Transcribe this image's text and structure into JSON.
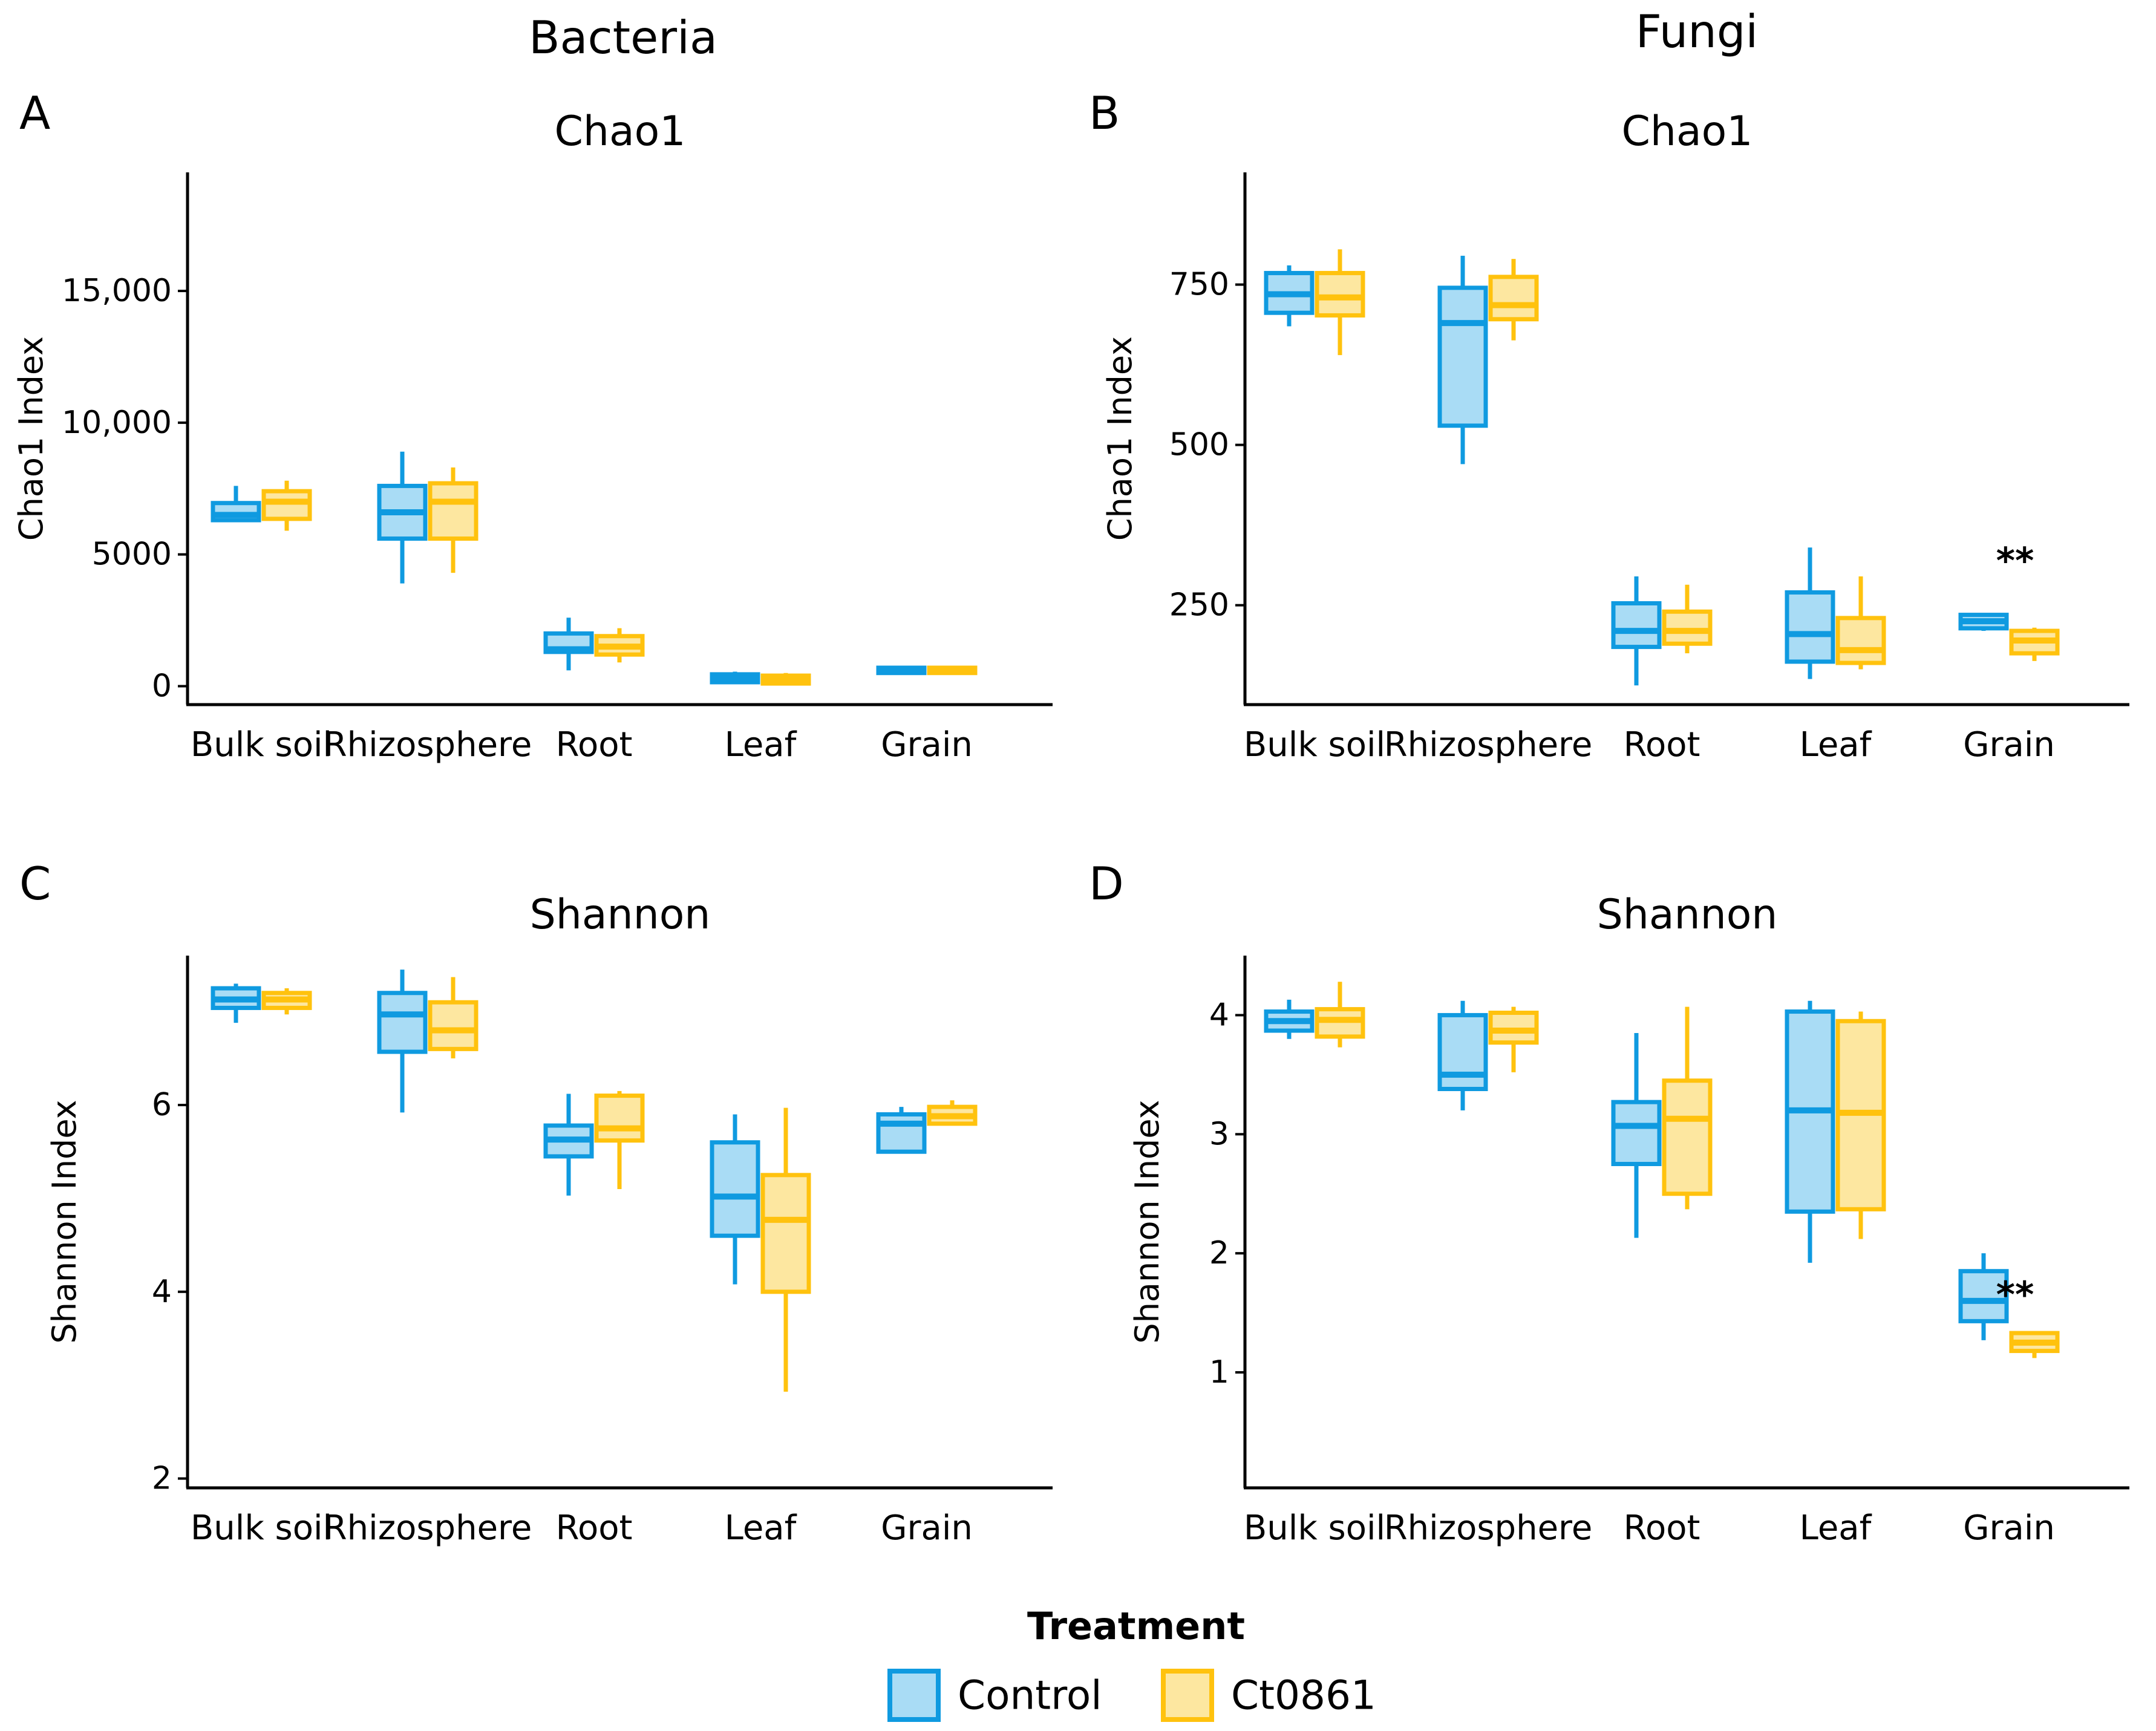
{
  "column_titles": [
    "Bacteria",
    "Fungi"
  ],
  "colors": {
    "control_stroke": "#0f9ae0",
    "control_fill": "#a9dcf5",
    "ct0861_stroke": "#ffc20e",
    "ct0861_fill": "#fde7a0",
    "axis": "#000000"
  },
  "legend": {
    "title": "Treatment",
    "items": [
      {
        "label": "Control",
        "color": "#0f9ae0"
      },
      {
        "label": "Ct0861",
        "color": "#ffc20e"
      }
    ]
  },
  "chart_data": [
    {
      "panel": "A",
      "type": "box",
      "title": "Chao1",
      "ylabel": "Chao1 Index",
      "ylim": [
        -700,
        19500
      ],
      "yticks": [
        0,
        5000,
        10000,
        15000
      ],
      "ytick_labels": [
        "0",
        "5000",
        "10,000",
        "15,000"
      ],
      "categories": [
        "Bulk soil",
        "Rhizosphere",
        "Root",
        "Leaf",
        "Grain"
      ],
      "series": [
        {
          "name": "Control",
          "boxes": [
            {
              "min": 6300,
              "q1": 6300,
              "median": 6500,
              "q3": 6950,
              "max": 7600
            },
            {
              "min": 3900,
              "q1": 5600,
              "median": 6600,
              "q3": 7600,
              "max": 8900
            },
            {
              "min": 600,
              "q1": 1300,
              "median": 1400,
              "q3": 2000,
              "max": 2600
            },
            {
              "min": 100,
              "q1": 150,
              "median": 300,
              "q3": 450,
              "max": 550
            },
            {
              "min": 450,
              "q1": 500,
              "median": 600,
              "q3": 700,
              "max": 750
            }
          ]
        },
        {
          "name": "Ct0861",
          "boxes": [
            {
              "min": 5900,
              "q1": 6350,
              "median": 7000,
              "q3": 7400,
              "max": 7800
            },
            {
              "min": 4300,
              "q1": 5600,
              "median": 7000,
              "q3": 7700,
              "max": 8300
            },
            {
              "min": 900,
              "q1": 1200,
              "median": 1500,
              "q3": 1900,
              "max": 2200
            },
            {
              "min": 80,
              "q1": 100,
              "median": 250,
              "q3": 400,
              "max": 500
            },
            {
              "min": 450,
              "q1": 500,
              "median": 600,
              "q3": 700,
              "max": 750
            }
          ]
        }
      ],
      "significance": []
    },
    {
      "panel": "B",
      "type": "box",
      "title": "Chao1",
      "ylabel": "Chao1 Index",
      "ylim": [
        95,
        925
      ],
      "yticks": [
        250,
        500,
        750
      ],
      "ytick_labels": [
        "250",
        "500",
        "750"
      ],
      "categories": [
        "Bulk soil",
        "Rhizosphere",
        "Root",
        "Leaf",
        "Grain"
      ],
      "series": [
        {
          "name": "Control",
          "boxes": [
            {
              "min": 685,
              "q1": 706,
              "median": 735,
              "q3": 768,
              "max": 780
            },
            {
              "min": 470,
              "q1": 530,
              "median": 690,
              "q3": 745,
              "max": 795
            },
            {
              "min": 125,
              "q1": 185,
              "median": 210,
              "q3": 253,
              "max": 295
            },
            {
              "min": 135,
              "q1": 162,
              "median": 205,
              "q3": 270,
              "max": 340
            },
            {
              "min": 210,
              "q1": 214,
              "median": 225,
              "q3": 235,
              "max": 237
            }
          ]
        },
        {
          "name": "Ct0861",
          "boxes": [
            {
              "min": 640,
              "q1": 702,
              "median": 730,
              "q3": 768,
              "max": 805
            },
            {
              "min": 663,
              "q1": 696,
              "median": 718,
              "q3": 762,
              "max": 790
            },
            {
              "min": 175,
              "q1": 190,
              "median": 210,
              "q3": 240,
              "max": 282
            },
            {
              "min": 150,
              "q1": 160,
              "median": 180,
              "q3": 230,
              "max": 295
            },
            {
              "min": 163,
              "q1": 175,
              "median": 195,
              "q3": 210,
              "max": 215
            }
          ]
        }
      ],
      "significance": [
        {
          "category": "Grain",
          "label": "**",
          "y": 300
        }
      ]
    },
    {
      "panel": "C",
      "type": "box",
      "title": "Shannon",
      "ylabel": "Shannon Index",
      "ylim": [
        1.9,
        7.6
      ],
      "yticks": [
        2,
        4,
        6
      ],
      "ytick_labels": [
        "2",
        "4",
        "6"
      ],
      "categories": [
        "Bulk soil",
        "Rhizosphere",
        "Root",
        "Leaf",
        "Grain"
      ],
      "series": [
        {
          "name": "Control",
          "boxes": [
            {
              "min": 6.88,
              "q1": 7.04,
              "median": 7.13,
              "q3": 7.25,
              "max": 7.3
            },
            {
              "min": 5.92,
              "q1": 6.57,
              "median": 6.97,
              "q3": 7.2,
              "max": 7.45
            },
            {
              "min": 5.03,
              "q1": 5.45,
              "median": 5.63,
              "q3": 5.78,
              "max": 6.12
            },
            {
              "min": 4.08,
              "q1": 4.6,
              "median": 5.02,
              "q3": 5.6,
              "max": 5.9
            },
            {
              "min": 5.5,
              "q1": 5.5,
              "median": 5.8,
              "q3": 5.9,
              "max": 5.98
            }
          ]
        },
        {
          "name": "Ct0861",
          "boxes": [
            {
              "min": 6.97,
              "q1": 7.04,
              "median": 7.13,
              "q3": 7.2,
              "max": 7.25
            },
            {
              "min": 6.5,
              "q1": 6.6,
              "median": 6.8,
              "q3": 7.1,
              "max": 7.37
            },
            {
              "min": 5.1,
              "q1": 5.62,
              "median": 5.75,
              "q3": 6.1,
              "max": 6.15
            },
            {
              "min": 2.93,
              "q1": 4.0,
              "median": 4.77,
              "q3": 5.25,
              "max": 5.97
            },
            {
              "min": 5.8,
              "q1": 5.8,
              "median": 5.88,
              "q3": 5.98,
              "max": 6.05
            }
          ]
        }
      ],
      "significance": []
    },
    {
      "panel": "D",
      "type": "box",
      "title": "Shannon",
      "ylabel": "Shannon Index",
      "ylim": [
        0.03,
        4.5
      ],
      "yticks": [
        1,
        2,
        3,
        4
      ],
      "ytick_labels": [
        "1",
        "2",
        "3",
        "4"
      ],
      "categories": [
        "Bulk soil",
        "Rhizosphere",
        "Root",
        "Leaf",
        "Grain"
      ],
      "series": [
        {
          "name": "Control",
          "boxes": [
            {
              "min": 3.8,
              "q1": 3.87,
              "median": 3.95,
              "q3": 4.03,
              "max": 4.13
            },
            {
              "min": 3.2,
              "q1": 3.38,
              "median": 3.5,
              "q3": 4.0,
              "max": 4.12
            },
            {
              "min": 2.13,
              "q1": 2.75,
              "median": 3.07,
              "q3": 3.27,
              "max": 3.85
            },
            {
              "min": 1.92,
              "q1": 2.35,
              "median": 3.2,
              "q3": 4.03,
              "max": 4.12
            },
            {
              "min": 1.27,
              "q1": 1.43,
              "median": 1.6,
              "q3": 1.85,
              "max": 2.0
            }
          ]
        },
        {
          "name": "Ct0861",
          "boxes": [
            {
              "min": 3.73,
              "q1": 3.82,
              "median": 3.96,
              "q3": 4.05,
              "max": 4.28
            },
            {
              "min": 3.52,
              "q1": 3.77,
              "median": 3.87,
              "q3": 4.02,
              "max": 4.07
            },
            {
              "min": 2.37,
              "q1": 2.5,
              "median": 3.13,
              "q3": 3.45,
              "max": 4.07
            },
            {
              "min": 2.12,
              "q1": 2.37,
              "median": 3.18,
              "q3": 3.95,
              "max": 4.03
            },
            {
              "min": 1.12,
              "q1": 1.18,
              "median": 1.25,
              "q3": 1.33,
              "max": 1.33
            }
          ]
        }
      ],
      "significance": [
        {
          "category": "Grain",
          "label": "**",
          "y": 1.55
        }
      ]
    }
  ]
}
